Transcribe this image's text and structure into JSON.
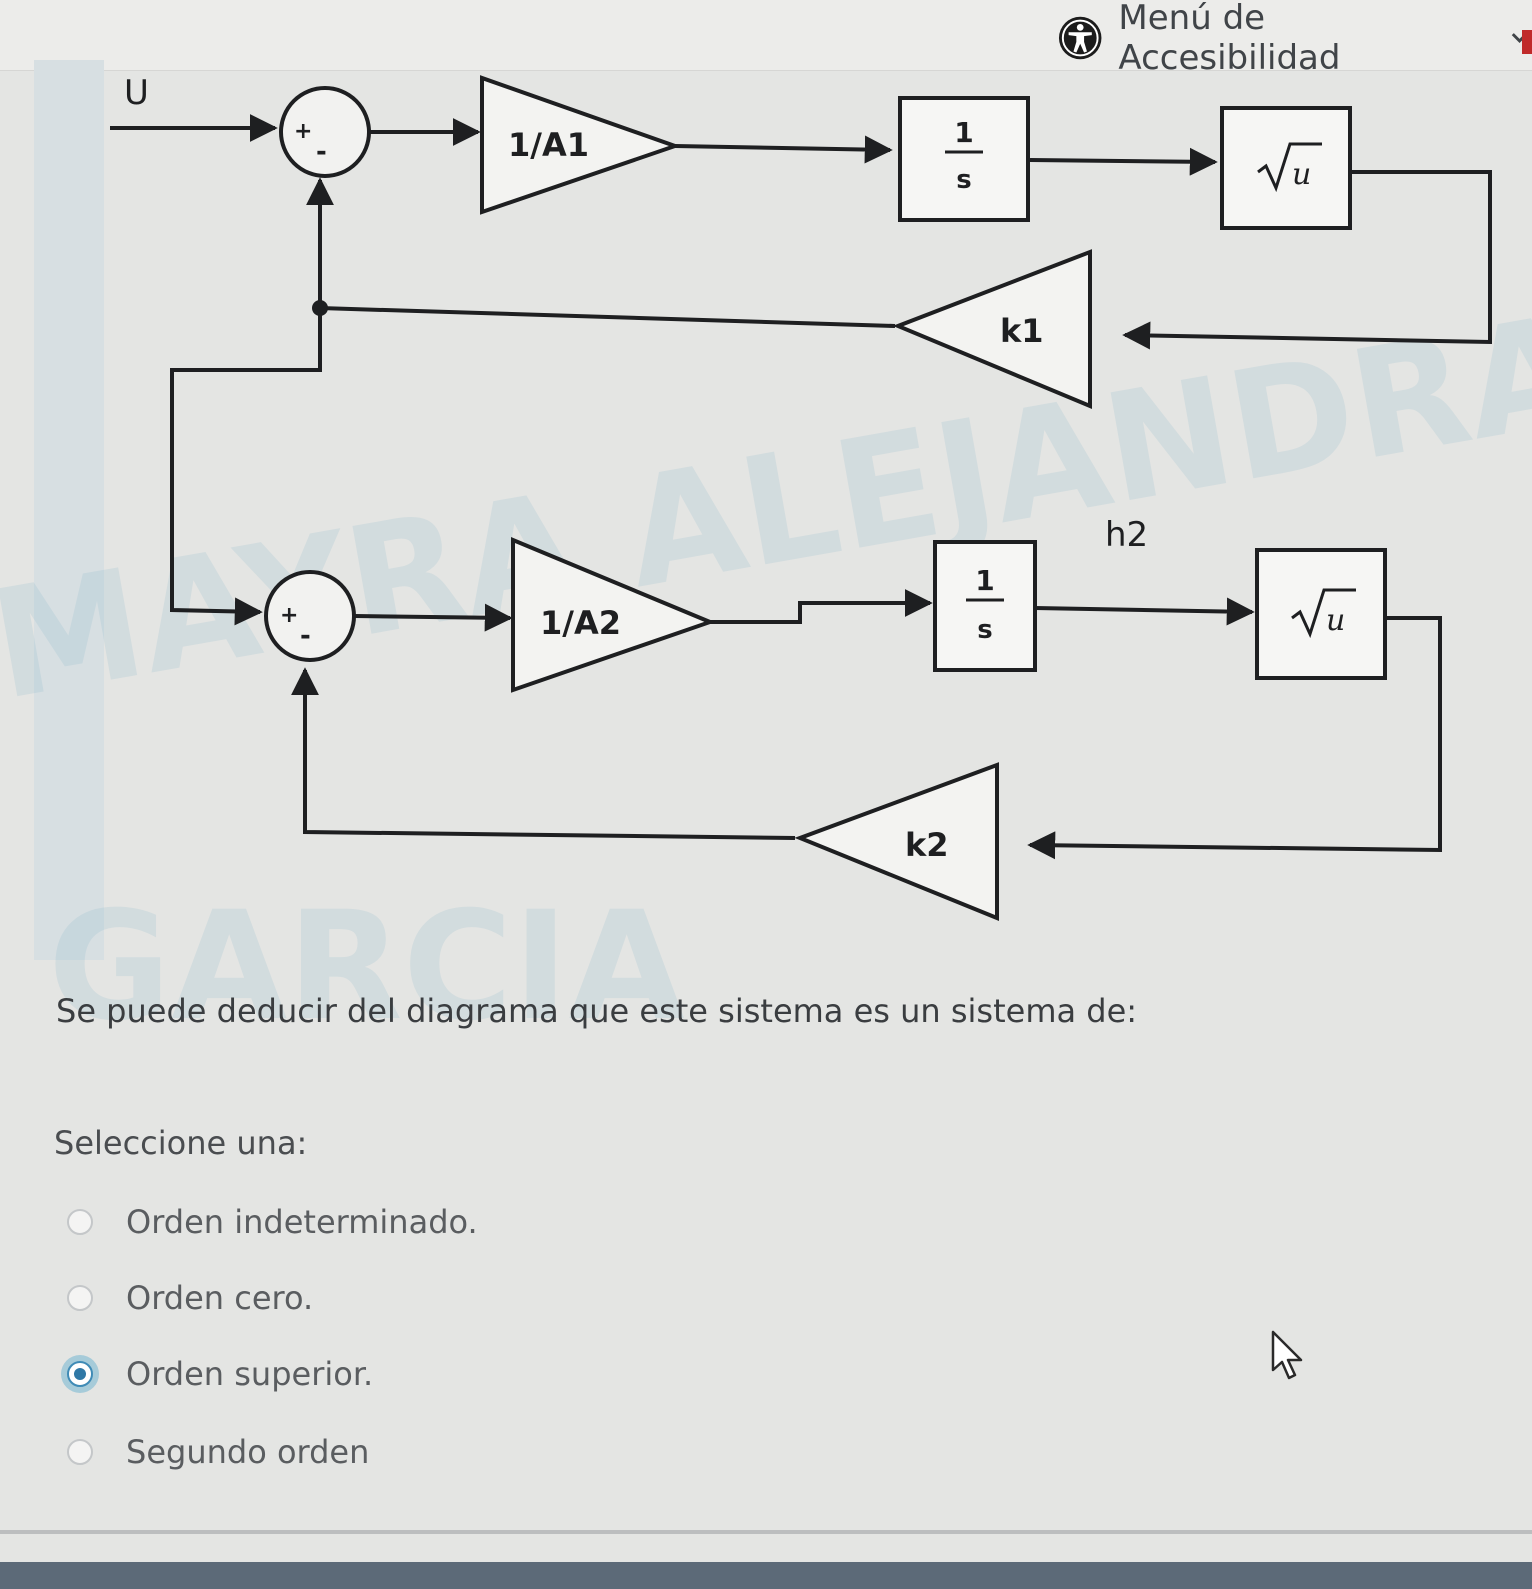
{
  "header": {
    "accessibility_menu_label": "Menú de Accesibilidad"
  },
  "diagram": {
    "input_label": "U",
    "gain_1_label": "1/A1",
    "gain_2_label": "1/A2",
    "integrator_numerator": "1",
    "integrator_denominator": "s",
    "sqrt_function_label": "u",
    "feedback_gain_1_label": "k1",
    "feedback_gain_2_label": "k2",
    "state_label": "h2",
    "sum_plus": "+",
    "sum_minus": "-"
  },
  "watermark": {
    "line1": "MAYRA ALEJANDRA HE",
    "line2": "GARCIA"
  },
  "question": {
    "text": "Se puede deducir del diagrama que este sistema es un sistema de:",
    "select_label": "Seleccione una:",
    "options": [
      {
        "label": "Orden indeterminado.",
        "selected": false
      },
      {
        "label": "Orden cero.",
        "selected": false
      },
      {
        "label": "Orden superior.",
        "selected": true
      },
      {
        "label": "Segundo orden",
        "selected": false
      }
    ]
  },
  "colors": {
    "accent": "#3f8bb6",
    "diagram_line": "#1e1f21",
    "background": "#e4e5e3"
  }
}
